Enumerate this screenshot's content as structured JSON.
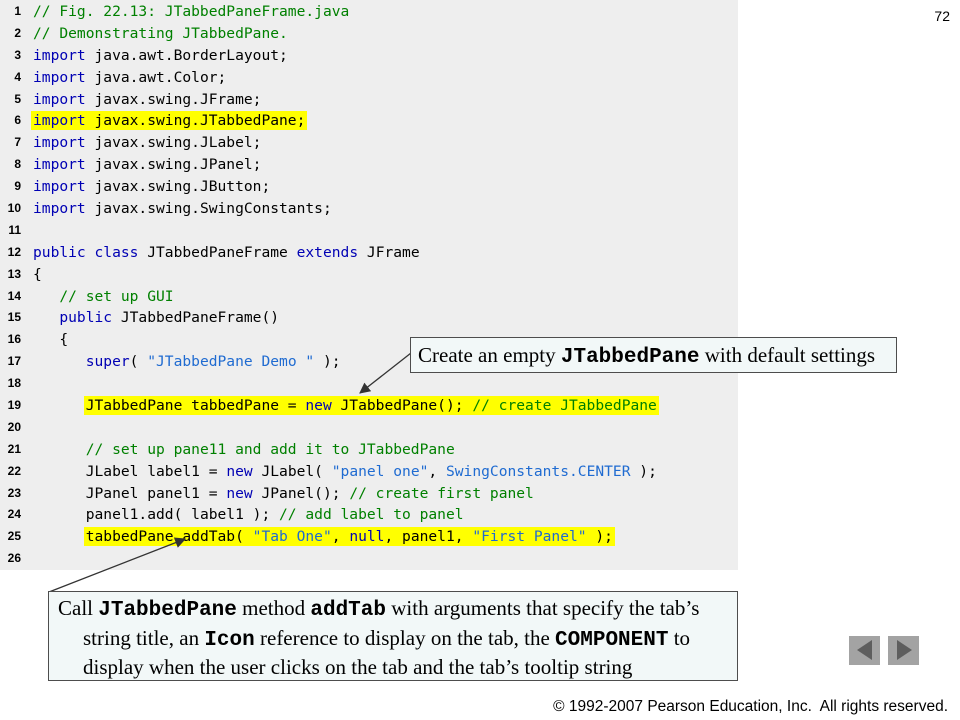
{
  "slide": {
    "page_number": "72",
    "footer": "© 1992-2007 Pearson Education, Inc.  All rights reserved."
  },
  "colors": {
    "panel_bg": "#eeeeee",
    "text": "#000000",
    "keyword": "#0000b4",
    "comment": "#008000",
    "literal": "#1f6bd1",
    "highlight": "#ffff00",
    "callout_bg": "#f2f8f8",
    "callout_border": "#4d4d4d",
    "nav_button": "#a3a3a3",
    "nav_arrow": "#5e5e5e"
  },
  "code": {
    "lines": [
      {
        "n": "1",
        "indent": "",
        "highlight": false,
        "tokens": [
          {
            "type": "comment",
            "text": "// Fig. 22.13: JTabbedPaneFrame.java"
          }
        ]
      },
      {
        "n": "2",
        "indent": "",
        "highlight": false,
        "tokens": [
          {
            "type": "comment",
            "text": "// Demonstrating JTabbedPane."
          }
        ]
      },
      {
        "n": "3",
        "indent": "",
        "highlight": false,
        "tokens": [
          {
            "type": "keyword",
            "text": "import"
          },
          {
            "type": "plain",
            "text": " java.awt.BorderLayout;"
          }
        ]
      },
      {
        "n": "4",
        "indent": "",
        "highlight": false,
        "tokens": [
          {
            "type": "keyword",
            "text": "import"
          },
          {
            "type": "plain",
            "text": " java.awt.Color;"
          }
        ]
      },
      {
        "n": "5",
        "indent": "",
        "highlight": false,
        "tokens": [
          {
            "type": "keyword",
            "text": "import"
          },
          {
            "type": "plain",
            "text": " javax.swing.JFrame;"
          }
        ]
      },
      {
        "n": "6",
        "indent": "",
        "highlight": true,
        "tokens": [
          {
            "type": "keyword",
            "text": "import"
          },
          {
            "type": "plain",
            "text": " javax.swing.JTabbedPane;"
          }
        ]
      },
      {
        "n": "7",
        "indent": "",
        "highlight": false,
        "tokens": [
          {
            "type": "keyword",
            "text": "import"
          },
          {
            "type": "plain",
            "text": " javax.swing.JLabel;"
          }
        ]
      },
      {
        "n": "8",
        "indent": "",
        "highlight": false,
        "tokens": [
          {
            "type": "keyword",
            "text": "import"
          },
          {
            "type": "plain",
            "text": " javax.swing.JPanel;"
          }
        ]
      },
      {
        "n": "9",
        "indent": "",
        "highlight": false,
        "tokens": [
          {
            "type": "keyword",
            "text": "import"
          },
          {
            "type": "plain",
            "text": " javax.swing.JButton;"
          }
        ]
      },
      {
        "n": "10",
        "indent": "",
        "highlight": false,
        "tokens": [
          {
            "type": "keyword",
            "text": "import"
          },
          {
            "type": "plain",
            "text": " javax.swing.SwingConstants;"
          }
        ]
      },
      {
        "n": "11",
        "indent": "",
        "highlight": false,
        "tokens": []
      },
      {
        "n": "12",
        "indent": "",
        "highlight": false,
        "tokens": [
          {
            "type": "keyword",
            "text": "public"
          },
          {
            "type": "plain",
            "text": " "
          },
          {
            "type": "keyword",
            "text": "class"
          },
          {
            "type": "plain",
            "text": " JTabbedPaneFrame "
          },
          {
            "type": "keyword",
            "text": "extends"
          },
          {
            "type": "plain",
            "text": " JFrame"
          }
        ]
      },
      {
        "n": "13",
        "indent": "",
        "highlight": false,
        "tokens": [
          {
            "type": "plain",
            "text": "{"
          }
        ]
      },
      {
        "n": "14",
        "indent": "   ",
        "highlight": false,
        "tokens": [
          {
            "type": "comment",
            "text": "// set up GUI"
          }
        ]
      },
      {
        "n": "15",
        "indent": "   ",
        "highlight": false,
        "tokens": [
          {
            "type": "keyword",
            "text": "public"
          },
          {
            "type": "plain",
            "text": " JTabbedPaneFrame()"
          }
        ]
      },
      {
        "n": "16",
        "indent": "   ",
        "highlight": false,
        "tokens": [
          {
            "type": "plain",
            "text": "{"
          }
        ]
      },
      {
        "n": "17",
        "indent": "      ",
        "highlight": false,
        "tokens": [
          {
            "type": "keyword",
            "text": "super"
          },
          {
            "type": "plain",
            "text": "( "
          },
          {
            "type": "literal",
            "text": "\"JTabbedPane Demo \""
          },
          {
            "type": "plain",
            "text": " );"
          }
        ]
      },
      {
        "n": "18",
        "indent": "",
        "highlight": false,
        "tokens": []
      },
      {
        "n": "19",
        "indent": "      ",
        "highlight": true,
        "tokens": [
          {
            "type": "plain",
            "text": "JTabbedPane tabbedPane = "
          },
          {
            "type": "keyword",
            "text": "new"
          },
          {
            "type": "plain",
            "text": " JTabbedPane(); "
          },
          {
            "type": "comment",
            "text": "// create JTabbedPane"
          }
        ]
      },
      {
        "n": "20",
        "indent": "",
        "highlight": false,
        "tokens": []
      },
      {
        "n": "21",
        "indent": "      ",
        "highlight": false,
        "tokens": [
          {
            "type": "comment",
            "text": "// set up pane11 and add it to JTabbedPane"
          }
        ]
      },
      {
        "n": "22",
        "indent": "      ",
        "highlight": false,
        "tokens": [
          {
            "type": "plain",
            "text": "JLabel label1 = "
          },
          {
            "type": "keyword",
            "text": "new"
          },
          {
            "type": "plain",
            "text": " JLabel( "
          },
          {
            "type": "literal",
            "text": "\"panel one\""
          },
          {
            "type": "plain",
            "text": ", "
          },
          {
            "type": "literal",
            "text": "SwingConstants.CENTER"
          },
          {
            "type": "plain",
            "text": " );"
          }
        ]
      },
      {
        "n": "23",
        "indent": "      ",
        "highlight": false,
        "tokens": [
          {
            "type": "plain",
            "text": "JPanel panel1 = "
          },
          {
            "type": "keyword",
            "text": "new"
          },
          {
            "type": "plain",
            "text": " JPanel(); "
          },
          {
            "type": "comment",
            "text": "// create first panel"
          }
        ]
      },
      {
        "n": "24",
        "indent": "      ",
        "highlight": false,
        "tokens": [
          {
            "type": "plain",
            "text": "panel1.add( label1 ); "
          },
          {
            "type": "comment",
            "text": "// add label to panel"
          }
        ]
      },
      {
        "n": "25",
        "indent": "      ",
        "highlight": true,
        "tokens": [
          {
            "type": "plain",
            "text": "tabbedPane.addTab( "
          },
          {
            "type": "literal",
            "text": "\"Tab One\""
          },
          {
            "type": "plain",
            "text": ", "
          },
          {
            "type": "keyword",
            "text": "null"
          },
          {
            "type": "plain",
            "text": ", panel1, "
          },
          {
            "type": "literal",
            "text": "\"First Panel\""
          },
          {
            "type": "plain",
            "text": " );"
          }
        ]
      },
      {
        "n": "26",
        "indent": "",
        "highlight": false,
        "tokens": []
      }
    ]
  },
  "callouts": {
    "top": {
      "segments": [
        {
          "text": "Create an empty ",
          "code": false
        },
        {
          "text": "JTabbedPane",
          "code": true
        },
        {
          "text": " with default settings",
          "code": false
        }
      ]
    },
    "bottom": {
      "lines": [
        [
          {
            "text": "Call ",
            "code": false
          },
          {
            "text": "JTabbedPane",
            "code": true
          },
          {
            "text": " method ",
            "code": false
          },
          {
            "text": "addTab",
            "code": true
          },
          {
            "text": " with arguments that specify the tab’s",
            "code": false
          }
        ],
        [
          {
            "text": "string title, an ",
            "code": false
          },
          {
            "text": "Icon",
            "code": true
          },
          {
            "text": " reference to display on the tab, the ",
            "code": false
          },
          {
            "text": "COMPONENT",
            "code": true
          },
          {
            "text": " to",
            "code": false
          }
        ],
        [
          {
            "text": "display when the user clicks on the tab and the tab’s tooltip string",
            "code": false
          }
        ]
      ]
    }
  },
  "nav": {
    "previous": {
      "icon": "triangle-left-icon"
    },
    "next": {
      "icon": "triangle-right-icon"
    }
  }
}
